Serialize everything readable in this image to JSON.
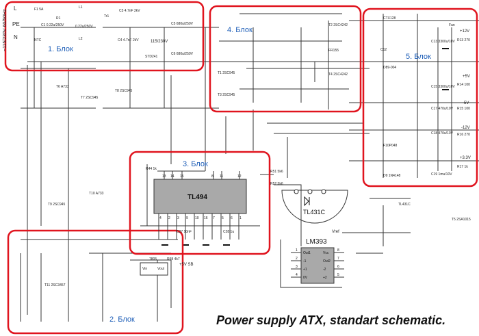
{
  "title": "Power supply ATX, standart schematic.",
  "blocks": {
    "b1": "1. Блок",
    "b2": "2. Блок",
    "b3": "3. Блок",
    "b4": "4. Блок",
    "b5": "5. Блок"
  },
  "colors": {
    "block_border": "#e0141e",
    "block_label": "#1f5fb8",
    "ic_fill": "#a9a9a9"
  },
  "input": {
    "voltage": "~115/230V 60/50Hz",
    "L": "L",
    "PE": "PE",
    "N": "N",
    "switch": "115/230V"
  },
  "outputs": {
    "p12": "+12V",
    "p5": "+5V",
    "m5": "-5V",
    "m12": "-12V",
    "p33": "+3.3V",
    "p5sb": "+5V SB",
    "vref": "Vref"
  },
  "ics": {
    "tl494": {
      "name": "TL494",
      "top_pins": [
        "13",
        "14",
        "15",
        "8",
        "11",
        "12"
      ],
      "bottom_pins": [
        "4",
        "2",
        "3",
        "9",
        "10",
        "16",
        "7",
        "5",
        "6",
        "1"
      ]
    },
    "lm393": {
      "name": "LM393",
      "left": [
        "Out1",
        "-1",
        "+1",
        "0V"
      ],
      "right": [
        "Vcc",
        "Out2",
        "-2",
        "+2"
      ],
      "left_nums": [
        "1",
        "2",
        "3",
        "4"
      ],
      "right_nums": [
        "8",
        "7",
        "6",
        "5"
      ]
    },
    "tl431": {
      "name": "TL431C"
    },
    "reg": {
      "name": "7805",
      "vin": "Vin",
      "vout": "Vout"
    }
  },
  "parts": {
    "f1": "F1 5A",
    "c1": "C1 0.22u/250V",
    "r1": "R1",
    "ntc": "NTC",
    "l1": "L1",
    "l2": "L2",
    "c2": "0.22u/250V",
    "tr1": "Tr1",
    "c3": "C3 4.7nF 2kV",
    "c4": "C4 4.7nF 2kV",
    "c5": "C5 680u/250V",
    "c6": "C6 680u/250V",
    "std": "STD241",
    "t1": "T1 2SC945",
    "t3": "T3 2SC945",
    "t2": "T2 2SC4242",
    "t4": "T4 2SC4242",
    "frh": "FR155",
    "t6": "T6 A733",
    "t7": "T7 2SC945",
    "t8": "T8 2SC945",
    "t9": "T9 2SC945",
    "t10": "T10 A733",
    "t11": "T11 2SC3457",
    "t5": "T5 2SA1015",
    "d1": "CTX128",
    "d2": "D89-004",
    "d3": "F10P048",
    "c12": "C12",
    "c13": "C13 3300u/10V",
    "c15": "C15 3300u/10V",
    "c17": "C17 470u/10V",
    "c18": "C18 470u/10V",
    "c19": "C19 1mu/10V",
    "fan": "Fan",
    "r13": "R13 270",
    "r14": "R14 100",
    "r15": "R15 100",
    "r16": "R16 270",
    "r17": "R17 1k",
    "d9": "D9 1N4148",
    "r44": "R44 1k",
    "c27": "C27 10nF",
    "c28": "C28 1u",
    "r51": "R51 5k6",
    "r52": "R52 5k6",
    "r58": "R58 4k7",
    "tl431b": "TL431C"
  }
}
